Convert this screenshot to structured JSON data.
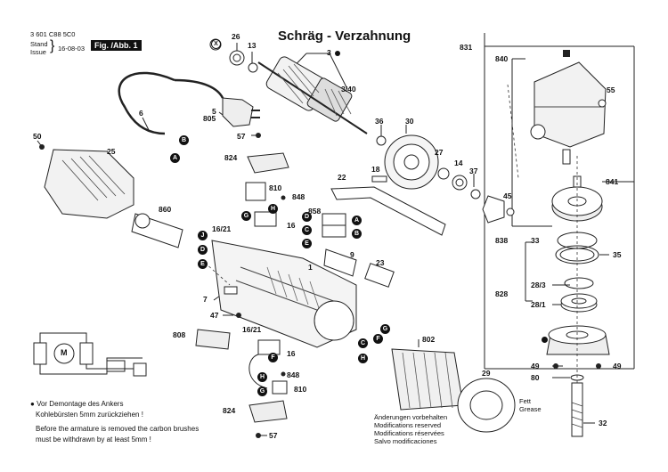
{
  "header": {
    "doc_number": "3 601 C88 5C0",
    "stand_label": "Stand",
    "issue_label": "Issue",
    "date": "16-08-03",
    "figure": "Fig. /Abb. 1"
  },
  "title": "Schräg - Verzahnung",
  "parts": {
    "p26": "26",
    "p13": "13",
    "p3": "3",
    "p3_40": "3/40",
    "p6": "6",
    "p5": "5",
    "p805": "805",
    "p50": "50",
    "p25": "25",
    "p57a": "57",
    "p36": "36",
    "p30": "30",
    "p824a": "824",
    "p18": "18",
    "p27": "27",
    "p14": "14",
    "p37": "37",
    "p22": "22",
    "p810a": "810",
    "p848a": "848",
    "p45": "45",
    "p858": "858",
    "p860": "860",
    "p16_21a": "16/21",
    "p16a": "16",
    "p9": "9",
    "p23": "23",
    "p1": "1",
    "p7": "7",
    "p47": "47",
    "p808": "808",
    "p16_21b": "16/21",
    "p16b": "16",
    "p802": "802",
    "p848b": "848",
    "p810b": "810",
    "p824b": "824",
    "p57b": "57",
    "p29": "29",
    "p831": "831",
    "p840": "840",
    "p55": "55",
    "p841": "841",
    "p838": "838",
    "p33": "33",
    "p35": "35",
    "p828": "828",
    "p28_3": "28/3",
    "p28_1": "28/1",
    "p49a": "49",
    "p49b": "49",
    "p80": "80",
    "p32": "32"
  },
  "legend": {
    "x_marker": "X",
    "fett": "Fett",
    "grease": "Grease"
  },
  "notes": {
    "de_line1": "Vor Demontage des Ankers",
    "de_line2": "Kohlebürsten 5mm zurückziehen !",
    "en_line1": "Before the armature is removed the carbon brushes",
    "en_line2": "must be withdrawn by at least 5mm !",
    "change1": "Änderungen vorbehalten",
    "change2": "Modifications reserved",
    "change3": "Modifications réservées",
    "change4": "Salvo modificaciones"
  },
  "wiring": {
    "motor_label": "M"
  }
}
